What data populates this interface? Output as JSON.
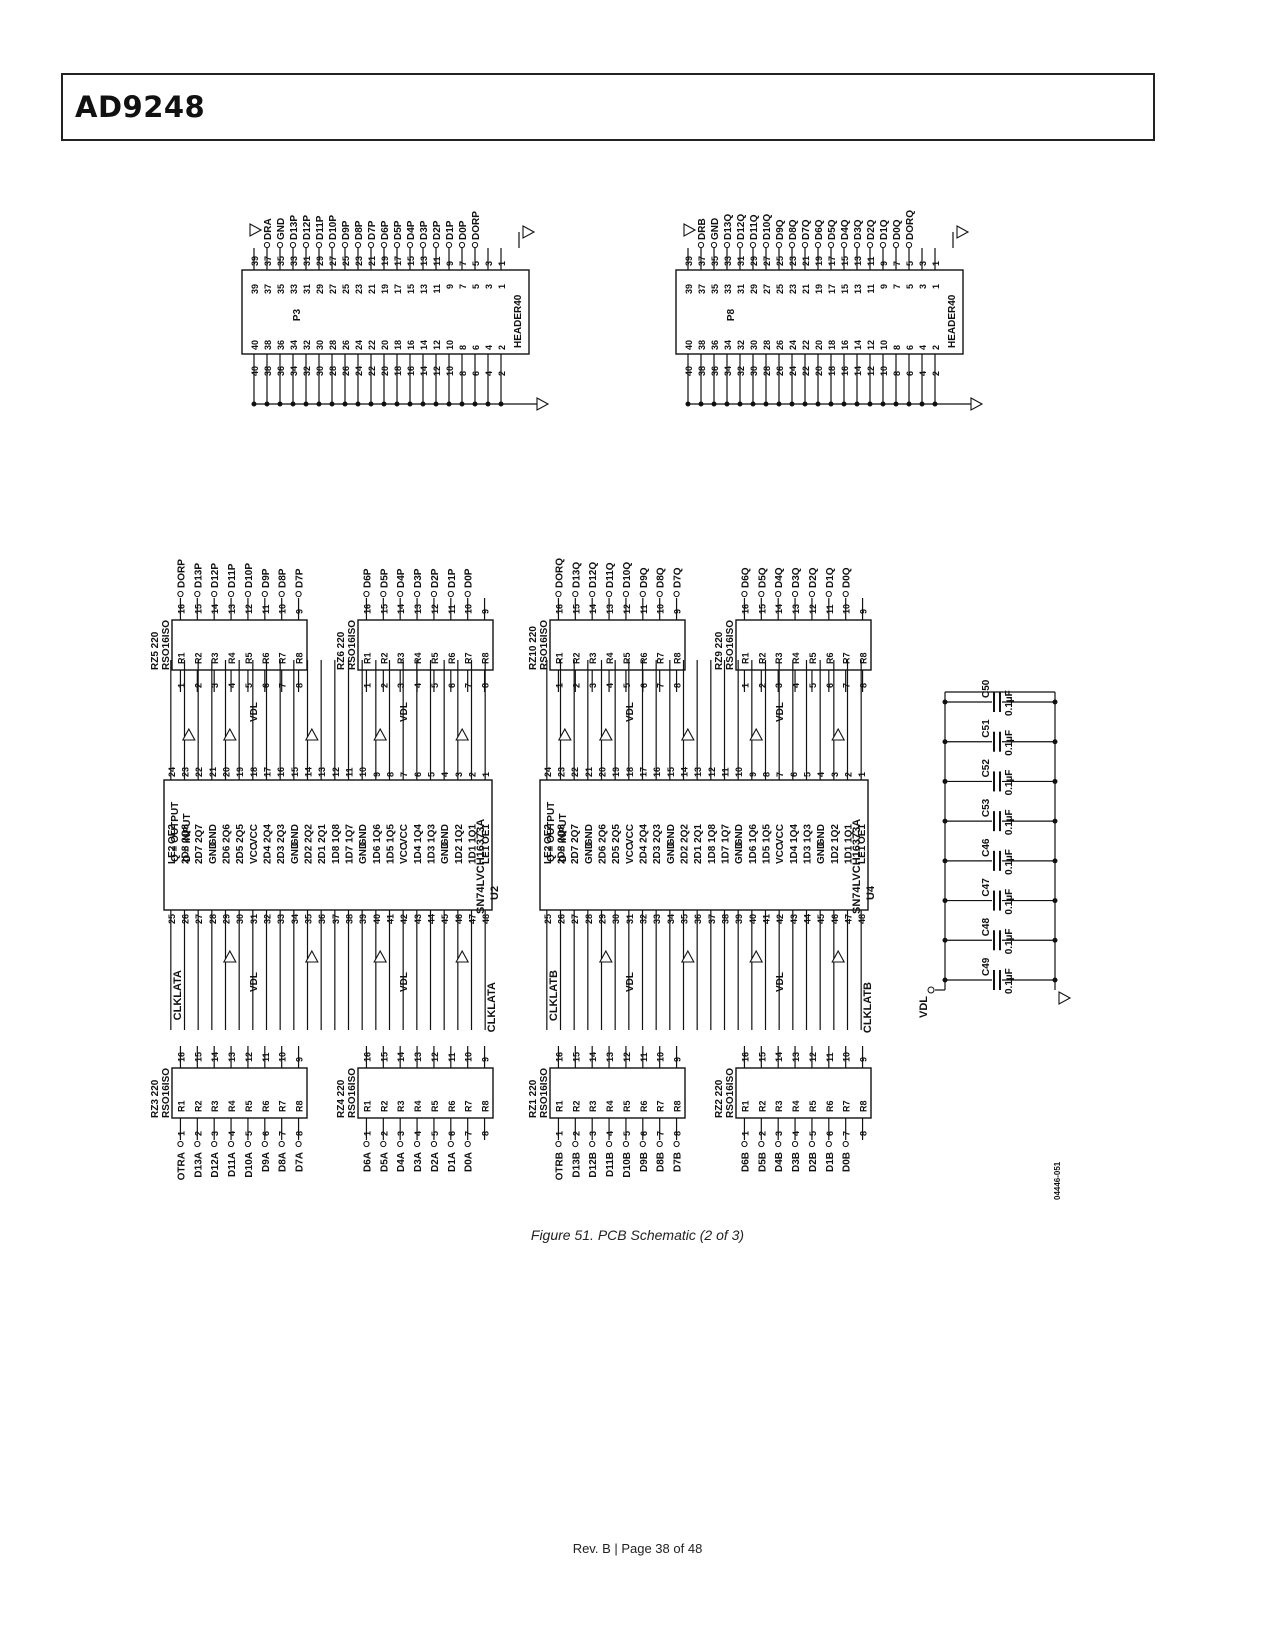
{
  "header": {
    "title": "AD9248"
  },
  "caption": "Figure 51. PCB Schematic (2 of 3)",
  "footer": "Rev. B | Page 38 of 48",
  "drawing_id": "04446-051",
  "colors": {
    "ink": "#111111",
    "border": "#222222"
  },
  "headers": [
    {
      "ref": "P3",
      "type": "HEADER40",
      "signals": [
        "DRA",
        "GND",
        "D13P",
        "D12P",
        "D11P",
        "D10P",
        "D9P",
        "D8P",
        "D7P",
        "D6P",
        "D5P",
        "D4P",
        "D3P",
        "D2P",
        "D1P",
        "D0P",
        "DORP"
      ],
      "odd_pins": [
        "39",
        "37",
        "35",
        "33",
        "31",
        "29",
        "27",
        "25",
        "23",
        "21",
        "19",
        "17",
        "15",
        "13",
        "11",
        "9",
        "7",
        "5",
        "3",
        "1"
      ],
      "even_pins": [
        "40",
        "38",
        "36",
        "34",
        "32",
        "30",
        "28",
        "26",
        "24",
        "22",
        "20",
        "18",
        "16",
        "14",
        "12",
        "10",
        "8",
        "6",
        "4",
        "2"
      ]
    },
    {
      "ref": "P8",
      "type": "HEADER40",
      "signals": [
        "DRB",
        "GND",
        "D13Q",
        "D12Q",
        "D11Q",
        "D10Q",
        "D9Q",
        "D8Q",
        "D7Q",
        "D6Q",
        "D5Q",
        "D4Q",
        "D3Q",
        "D2Q",
        "D1Q",
        "D0Q",
        "DORQ"
      ],
      "odd_pins": [
        "39",
        "37",
        "35",
        "33",
        "31",
        "29",
        "27",
        "25",
        "23",
        "21",
        "19",
        "17",
        "15",
        "13",
        "11",
        "9",
        "7",
        "5",
        "3",
        "1"
      ],
      "even_pins": [
        "40",
        "38",
        "36",
        "34",
        "32",
        "30",
        "28",
        "26",
        "24",
        "22",
        "20",
        "18",
        "16",
        "14",
        "12",
        "10",
        "8",
        "6",
        "4",
        "2"
      ]
    }
  ],
  "resistor_networks": [
    {
      "ref": "RZ5",
      "value": "220",
      "part": "RSO16ISO",
      "nets": [
        "DORP",
        "D13P",
        "D12P",
        "D11P",
        "D10P",
        "D9P",
        "D8P",
        "D7P"
      ]
    },
    {
      "ref": "RZ6",
      "value": "220",
      "part": "RSO16ISO",
      "nets": [
        "D6P",
        "D5P",
        "D4P",
        "D3P",
        "D2P",
        "D1P",
        "D0P"
      ]
    },
    {
      "ref": "RZ10",
      "value": "220",
      "part": "RSO16ISO",
      "nets": [
        "DORQ",
        "D13Q",
        "D12Q",
        "D11Q",
        "D10Q",
        "D9Q",
        "D8Q",
        "D7Q"
      ]
    },
    {
      "ref": "RZ9",
      "value": "220",
      "part": "RSO16ISO",
      "nets": [
        "D6Q",
        "D5Q",
        "D4Q",
        "D3Q",
        "D2Q",
        "D1Q",
        "D0Q"
      ]
    },
    {
      "ref": "RZ3",
      "value": "220",
      "part": "RSO16ISO",
      "nets": [
        "OTRA",
        "D13A",
        "D12A",
        "D11A",
        "D10A",
        "D9A",
        "D8A",
        "D7A"
      ]
    },
    {
      "ref": "RZ4",
      "value": "220",
      "part": "RSO16ISO",
      "nets": [
        "D6A",
        "D5A",
        "D4A",
        "D3A",
        "D2A",
        "D1A",
        "D0A"
      ]
    },
    {
      "ref": "RZ1",
      "value": "220",
      "part": "RSO16ISO",
      "nets": [
        "OTRB",
        "D13B",
        "D12B",
        "D11B",
        "D10B",
        "D9B",
        "D8B",
        "D7B"
      ]
    },
    {
      "ref": "RZ2",
      "value": "220",
      "part": "RSO16ISO",
      "nets": [
        "D6B",
        "D5B",
        "D4B",
        "D3B",
        "D2B",
        "D1B",
        "D0B"
      ]
    }
  ],
  "resistor_labels": [
    "R1",
    "R2",
    "R3",
    "R4",
    "R5",
    "R6",
    "R7",
    "R8"
  ],
  "ics": [
    {
      "ref": "U2",
      "part": "SN74LVCH16373A",
      "clock": "CLKLATA",
      "supply": "VDL",
      "note_q": "Q = OUTPUT",
      "note_d": "D = INPUT",
      "left_pins": [
        "LE2",
        "2D8",
        "2D7",
        "GND",
        "2D6",
        "2D5",
        "VCC",
        "2D4",
        "2D3",
        "GND",
        "2D2",
        "2D1",
        "1D8",
        "1D7",
        "GND",
        "1D6",
        "1D5",
        "VCC",
        "1D4",
        "1D3",
        "GND",
        "1D2",
        "1D1",
        "LE1"
      ],
      "right_pins": [
        "OE2",
        "2Q8",
        "2Q7",
        "GND",
        "2Q6",
        "2Q5",
        "VCC",
        "2Q4",
        "2Q3",
        "GND",
        "2Q2",
        "2Q1",
        "1Q8",
        "1Q7",
        "GND",
        "1Q6",
        "1Q5",
        "VCC",
        "1Q4",
        "1Q3",
        "GND",
        "1Q2",
        "1Q1",
        "OE1"
      ]
    },
    {
      "ref": "U4",
      "part": "SN74LVCH16373A",
      "clock": "CLKLATB",
      "supply": "VDL",
      "note_q": "Q = OUTPUT",
      "note_d": "D = INPUT",
      "left_pins": [
        "LE2",
        "2D8",
        "2D7",
        "GND",
        "2D6",
        "2D5",
        "VCC",
        "2D4",
        "2D3",
        "GND",
        "2D2",
        "2D1",
        "1D8",
        "1D7",
        "GND",
        "1D6",
        "1D5",
        "VCC",
        "1D4",
        "1D3",
        "GND",
        "1D2",
        "1D1",
        "LE1"
      ],
      "right_pins": [
        "OE2",
        "2Q8",
        "2Q7",
        "GND",
        "2Q6",
        "2Q5",
        "VCC",
        "2Q4",
        "2Q3",
        "GND",
        "2Q2",
        "2Q1",
        "1Q8",
        "1Q7",
        "GND",
        "1Q6",
        "1Q5",
        "VCC",
        "1Q4",
        "1Q3",
        "GND",
        "1Q2",
        "1Q1",
        "OE1"
      ]
    }
  ],
  "capacitors": {
    "supply": "VDL",
    "refs": [
      "C49",
      "C48",
      "C47",
      "C46",
      "C53",
      "C52",
      "C51",
      "C50"
    ],
    "value": "0.1µF"
  }
}
